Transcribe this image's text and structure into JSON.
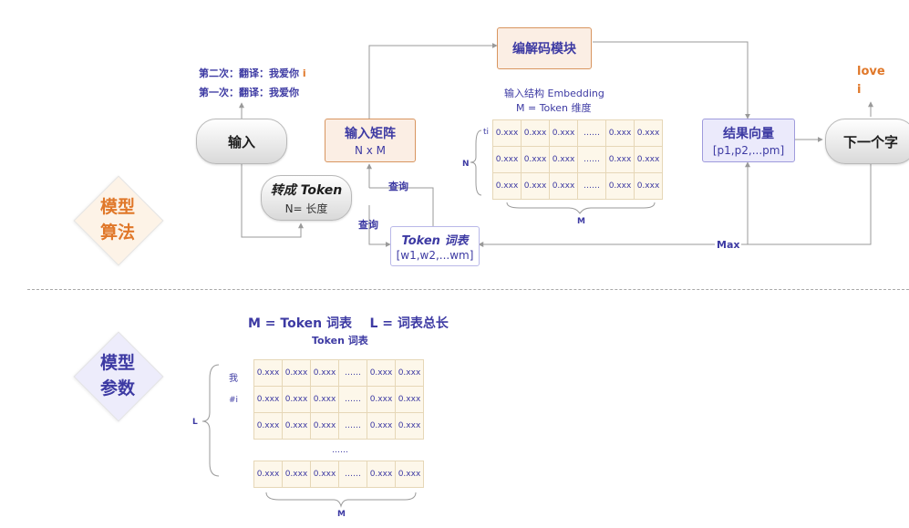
{
  "sections": {
    "algorithm": [
      "模型",
      "算法"
    ],
    "params": [
      "模型",
      "参数"
    ]
  },
  "nodes": {
    "input": "输入",
    "to_token": {
      "title": "转成 Token",
      "sub": "N= 长度"
    },
    "input_matrix": {
      "title": "输入矩阵",
      "sub": "N x M"
    },
    "codec": "编解码模块",
    "result_vector": {
      "title": "结果向量",
      "sub": "[p1,p2,...pm]"
    },
    "next_char": "下一个字",
    "token_vocab": {
      "title": "Token 词表",
      "sub": "[w1,w2,...wm]"
    }
  },
  "history": {
    "second_prefix": "第二次：翻译：我爱你",
    "second_suffix": "i",
    "first": "第一次：翻译：我爱你"
  },
  "output_words": [
    "love",
    "i"
  ],
  "edge_labels": {
    "query1": "查询",
    "query2": "查询",
    "max": "Max"
  },
  "embedding": {
    "title1": "输入结构 Embedding",
    "title2": "M = Token 维度",
    "row_label": "ti",
    "n_label": "N",
    "m_label": "M",
    "rows": [
      [
        "0.xxx",
        "0.xxx",
        "0.xxx",
        "……",
        "0.xxx",
        "0.xxx"
      ],
      [
        "0.xxx",
        "0.xxx",
        "0.xxx",
        "……",
        "0.xxx",
        "0.xxx"
      ],
      [
        "0.xxx",
        "0.xxx",
        "0.xxx",
        "……",
        "0.xxx",
        "0.xxx"
      ]
    ]
  },
  "vocab_table": {
    "heading": "M = Token 词表    L = 词表总长",
    "caption": "Token 词表",
    "row_labels": [
      "我",
      "#i"
    ],
    "l_label": "L",
    "m_label": "M",
    "ellipsis": "……",
    "rows": [
      [
        "0.xxx",
        "0.xxx",
        "0.xxx",
        "……",
        "0.xxx",
        "0.xxx"
      ],
      [
        "0.xxx",
        "0.xxx",
        "0.xxx",
        "……",
        "0.xxx",
        "0.xxx"
      ],
      [
        "0.xxx",
        "0.xxx",
        "0.xxx",
        "……",
        "0.xxx",
        "0.xxx"
      ]
    ],
    "last_row": [
      "0.xxx",
      "0.xxx",
      "0.xxx",
      "……",
      "0.xxx",
      "0.xxx"
    ]
  },
  "colors": {
    "purple": "#3d3aa3",
    "orange": "#e0782a",
    "wire": "#9a9a9a"
  }
}
